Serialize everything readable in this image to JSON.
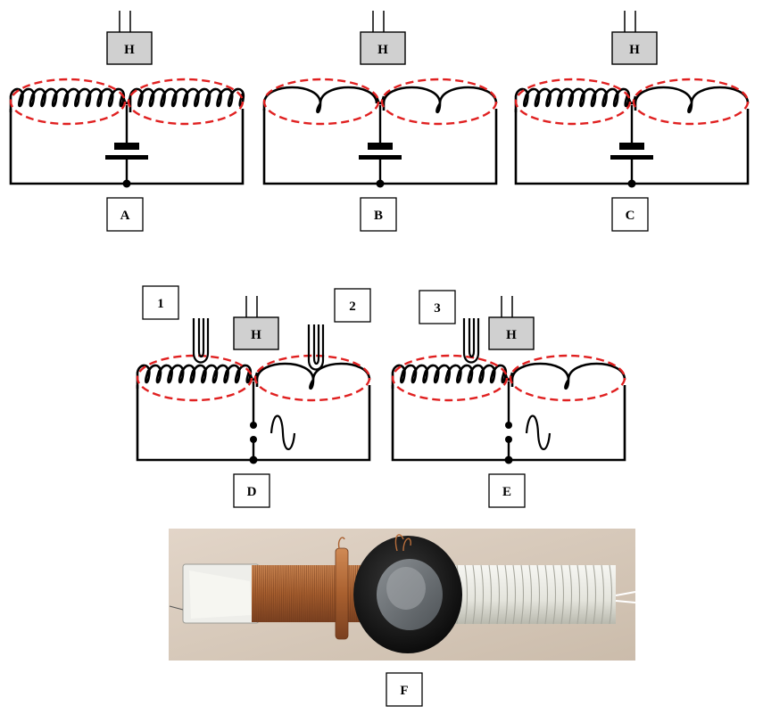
{
  "sensor_label": "H",
  "panels": [
    {
      "id": "A",
      "label": "A",
      "left_coil": "dense",
      "right_coil": "dense",
      "source": "battery"
    },
    {
      "id": "B",
      "label": "B",
      "left_coil": "sparse",
      "right_coil": "sparse",
      "source": "battery"
    },
    {
      "id": "C",
      "label": "C",
      "left_coil": "dense",
      "right_coil": "sparse",
      "source": "battery"
    },
    {
      "id": "D",
      "label": "D",
      "left_coil": "dense",
      "right_coil": "sparse",
      "source": "ac",
      "probes": [
        "1",
        "2"
      ]
    },
    {
      "id": "E",
      "label": "E",
      "left_coil": "dense",
      "right_coil": "sparse",
      "source": "ac",
      "probes": [
        "3"
      ]
    }
  ],
  "probe_labels": [
    "1",
    "2",
    "3"
  ],
  "photo": {
    "label": "F"
  },
  "colors": {
    "wire": "#000000",
    "field_loop": "#e02020",
    "sensor_fill": "#d0d0d0",
    "photo_bg": "#d9cbbd",
    "copper": "#b8703e",
    "white_coil": "#efefe9",
    "ring": "#161616"
  },
  "icons": [
    "hall-sensor-icon",
    "battery-icon",
    "ac-source-icon",
    "pickup-coil-icon",
    "toroid-photo-icon"
  ]
}
